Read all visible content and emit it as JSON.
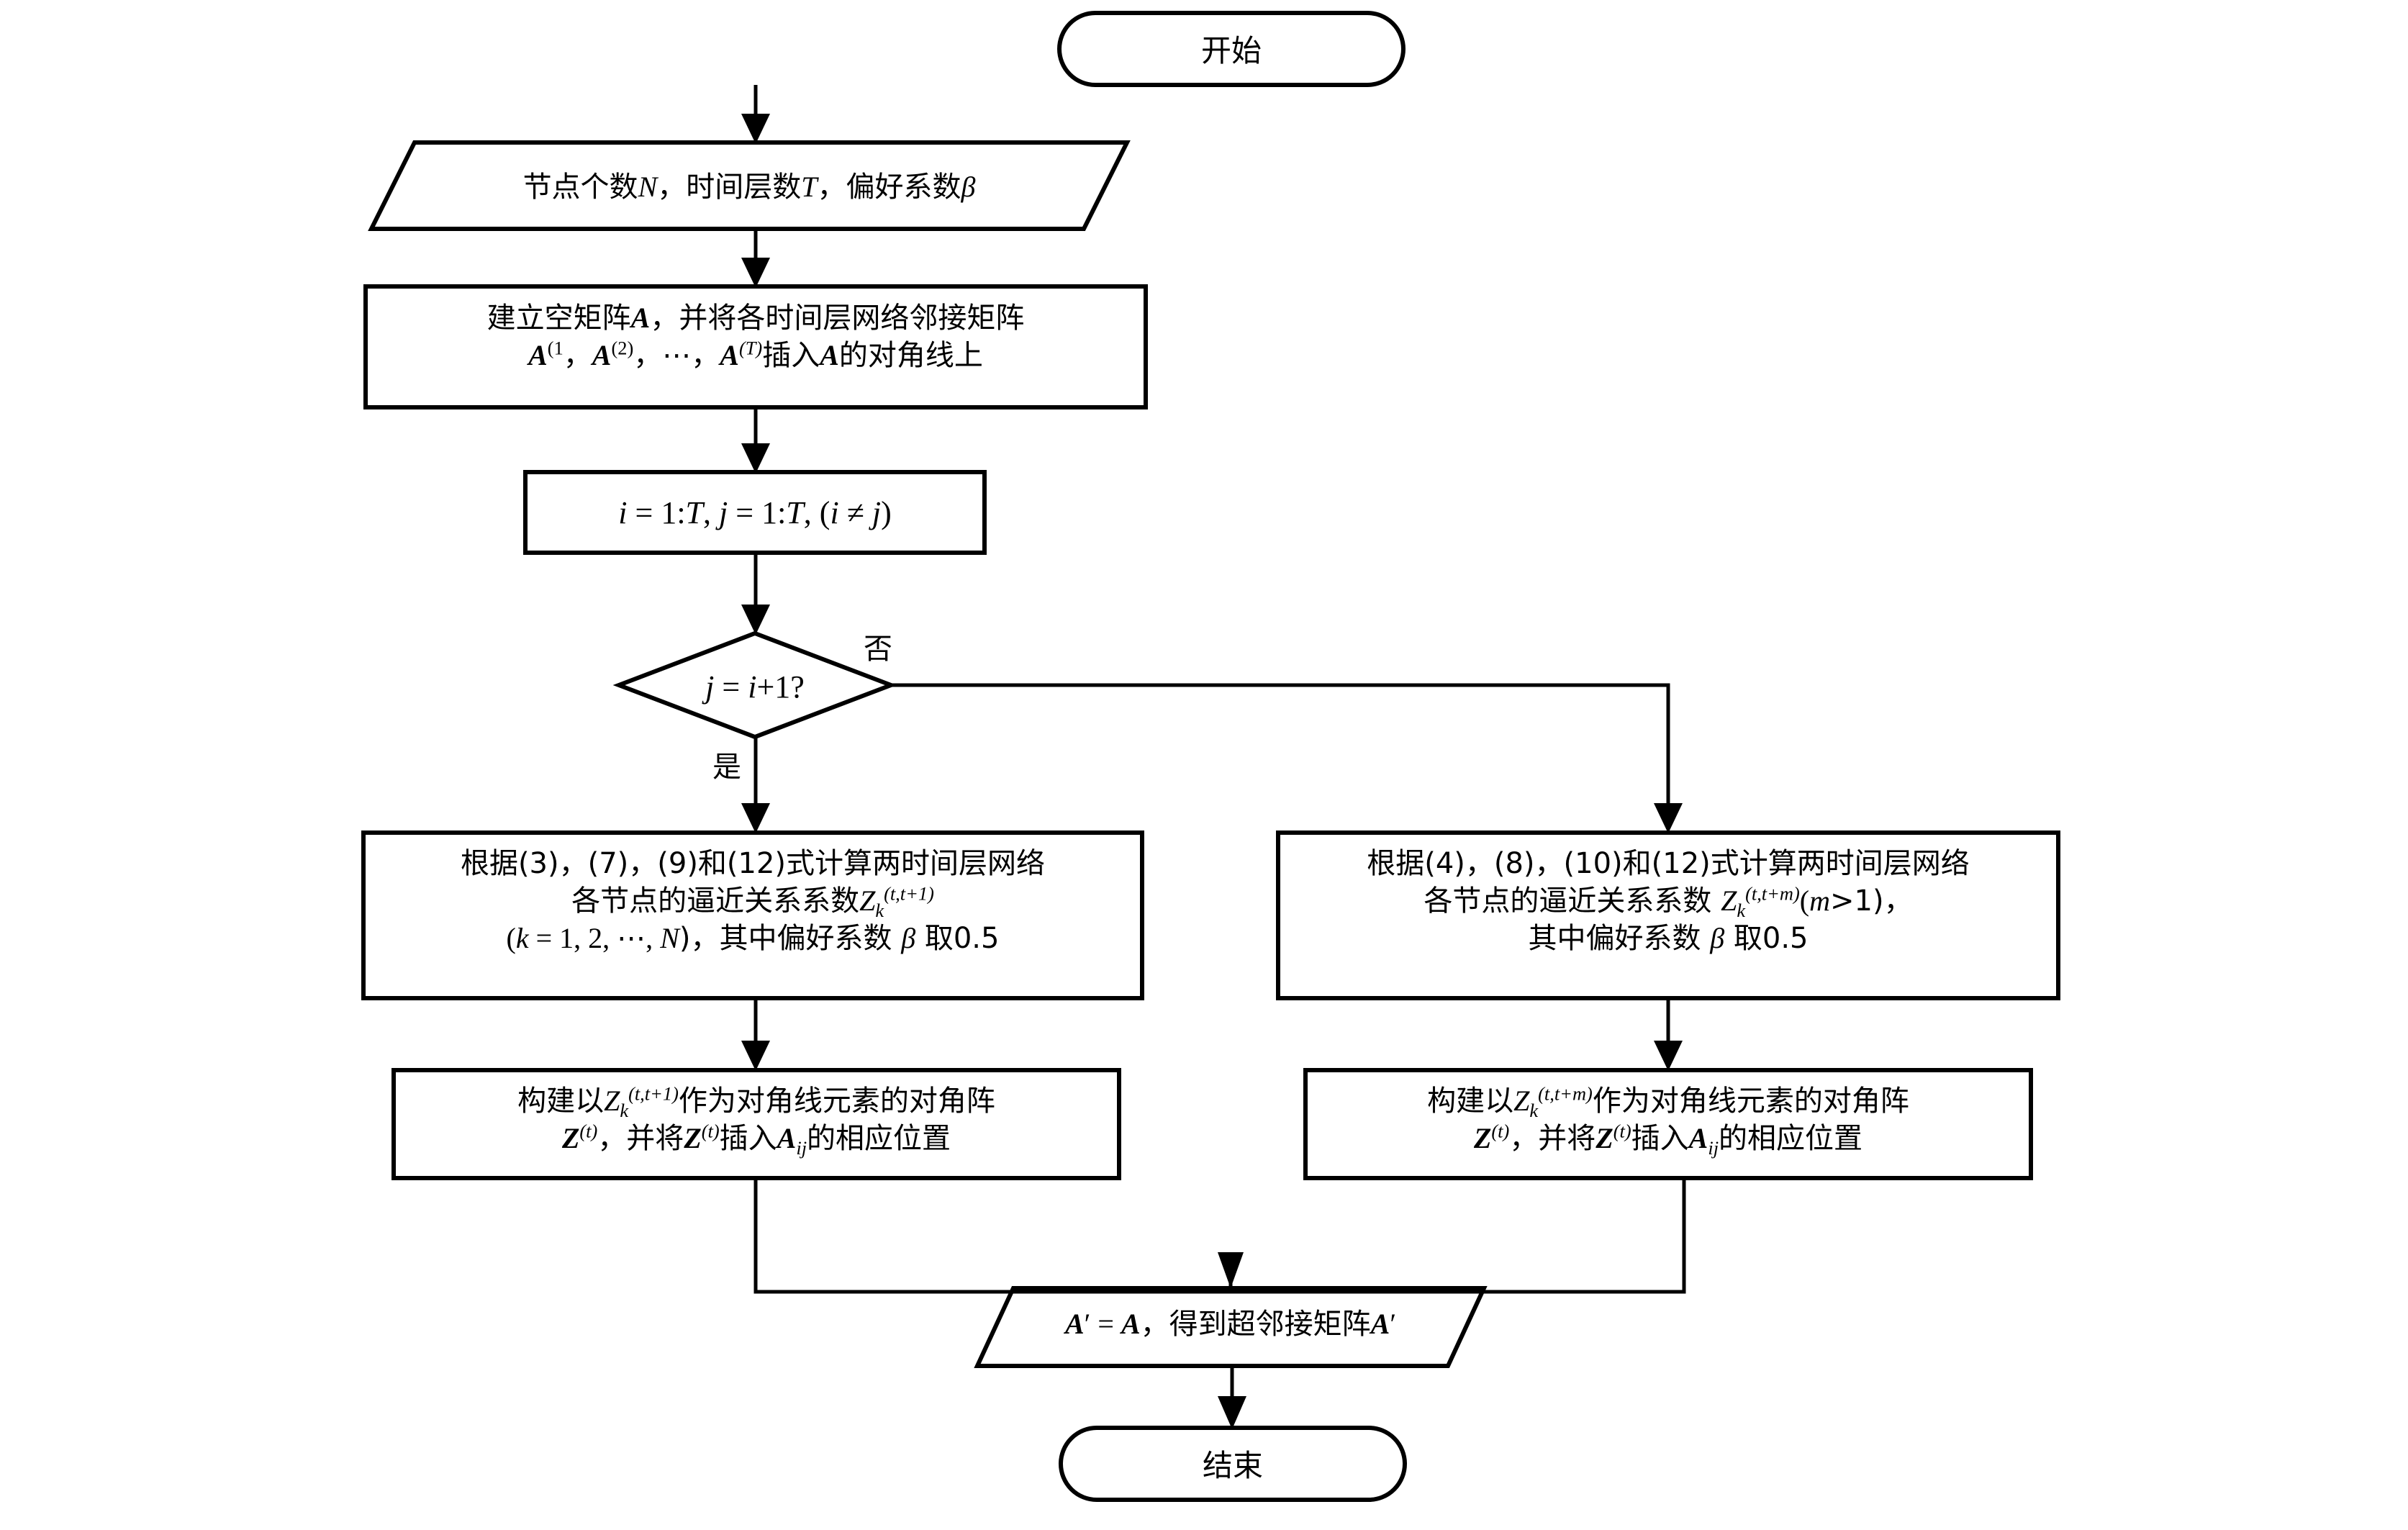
{
  "diagram": {
    "type": "flowchart",
    "orientation": "top-to-bottom",
    "language": "zh-CN",
    "colors": {
      "background": "#ffffff",
      "stroke": "#000000",
      "text": "#000000"
    }
  },
  "nodes": {
    "start": {
      "shape": "terminator",
      "label": "开始"
    },
    "input_params": {
      "shape": "parallelogram",
      "line1_part1": "节点个数",
      "line1_var1": "N",
      "line1_sep1": "，时间层数",
      "line1_var2": "T",
      "line1_sep2": "，偏好系数",
      "line1_var3": "β"
    },
    "build_matrix": {
      "shape": "process",
      "line1": "建立空矩阵",
      "line1_var": "A",
      "line1_tail": "，并将各时间层网络邻接矩阵",
      "line2_a1": "A",
      "line2_s1": "(1",
      "line2_c1": "，",
      "line2_a2": "A",
      "line2_s2": "(2)",
      "line2_c2": "，⋯，",
      "line2_a3": "A",
      "line2_s3": "(T)",
      "line2_tail": "插入",
      "line2_var": "A",
      "line2_tail2": "的对角线上"
    },
    "loop_range": {
      "shape": "process",
      "expr_i": "i",
      "expr_eq1": " = 1:",
      "expr_T1": "T",
      "expr_sep": ", ",
      "expr_j": "j",
      "expr_eq2": " = 1:",
      "expr_T2": "T",
      "expr_sep2": ", (",
      "expr_i2": "i",
      "expr_neq": " ≠ ",
      "expr_j2": "j",
      "expr_close": ")"
    },
    "decision": {
      "shape": "diamond",
      "expr_j": "j",
      "expr_eq": " = ",
      "expr_i": "i",
      "expr_plus": "+1?",
      "yes_label": "是",
      "no_label": "否"
    },
    "calc_left": {
      "shape": "process",
      "line1": "根据(3)，(7)，(9)和(12)式计算两时间层网络",
      "line2_pre": "各节点的逼近关系系数",
      "line2_Z": "Z",
      "line2_sub": "k",
      "line2_sup": "(t,t+1)",
      "line3_open": "(",
      "line3_k": "k",
      "line3_eq": " = 1, 2, ⋯, ",
      "line3_N": "N",
      "line3_mid": ")，其中偏好系数 ",
      "line3_beta": "β",
      "line3_tail": " 取0.5"
    },
    "calc_right": {
      "shape": "process",
      "line1": "根据(4)，(8)，(10)和(12)式计算两时间层网络",
      "line2_pre": "各节点的逼近关系系数 ",
      "line2_Z": "Z",
      "line2_sub": "k",
      "line2_sup": "(t,t+m)",
      "line2_cond": "(",
      "line2_m": "m",
      "line2_gt": ">1)，",
      "line3_pre": "其中偏好系数 ",
      "line3_beta": "β",
      "line3_tail": " 取0.5"
    },
    "diag_left": {
      "shape": "process",
      "line1_pre": "构建以",
      "line1_Z": "Z",
      "line1_sub": "k",
      "line1_sup": "(t,t+1)",
      "line1_tail": "作为对角线元素的对角阵",
      "line2_Z": "Z",
      "line2_sup": "(t)",
      "line2_mid": "，并将",
      "line2_Z2": "Z",
      "line2_sup2": "(t)",
      "line2_mid2": "插入",
      "line2_A": "A",
      "line2_Asub": "ij",
      "line2_tail": "的相应位置"
    },
    "diag_right": {
      "shape": "process",
      "line1_pre": "构建以",
      "line1_Z": "Z",
      "line1_sub": "k",
      "line1_sup": "(t,t+m)",
      "line1_tail": "作为对角线元素的对角阵",
      "line2_Z": "Z",
      "line2_sup": "(t)",
      "line2_mid": "，并将",
      "line2_Z2": "Z",
      "line2_sup2": "(t)",
      "line2_mid2": "插入",
      "line2_A": "A",
      "line2_Asub": "ij",
      "line2_tail": "的相应位置"
    },
    "output_result": {
      "shape": "parallelogram",
      "A1": "A",
      "prime1": "′",
      "eq": " = ",
      "A2": "A",
      "mid": "，得到超邻接矩阵",
      "A3": "A",
      "prime3": "′"
    },
    "end": {
      "shape": "terminator",
      "label": "结束"
    }
  },
  "edges": [
    {
      "from": "start",
      "to": "input_params",
      "label": ""
    },
    {
      "from": "input_params",
      "to": "build_matrix",
      "label": ""
    },
    {
      "from": "build_matrix",
      "to": "loop_range",
      "label": ""
    },
    {
      "from": "loop_range",
      "to": "decision",
      "label": ""
    },
    {
      "from": "decision",
      "to": "calc_left",
      "label": "是"
    },
    {
      "from": "decision",
      "to": "calc_right",
      "label": "否"
    },
    {
      "from": "calc_left",
      "to": "diag_left",
      "label": ""
    },
    {
      "from": "calc_right",
      "to": "diag_right",
      "label": ""
    },
    {
      "from": "diag_left",
      "to": "output_result",
      "label": ""
    },
    {
      "from": "diag_right",
      "to": "output_result",
      "label": ""
    },
    {
      "from": "output_result",
      "to": "end",
      "label": ""
    }
  ]
}
